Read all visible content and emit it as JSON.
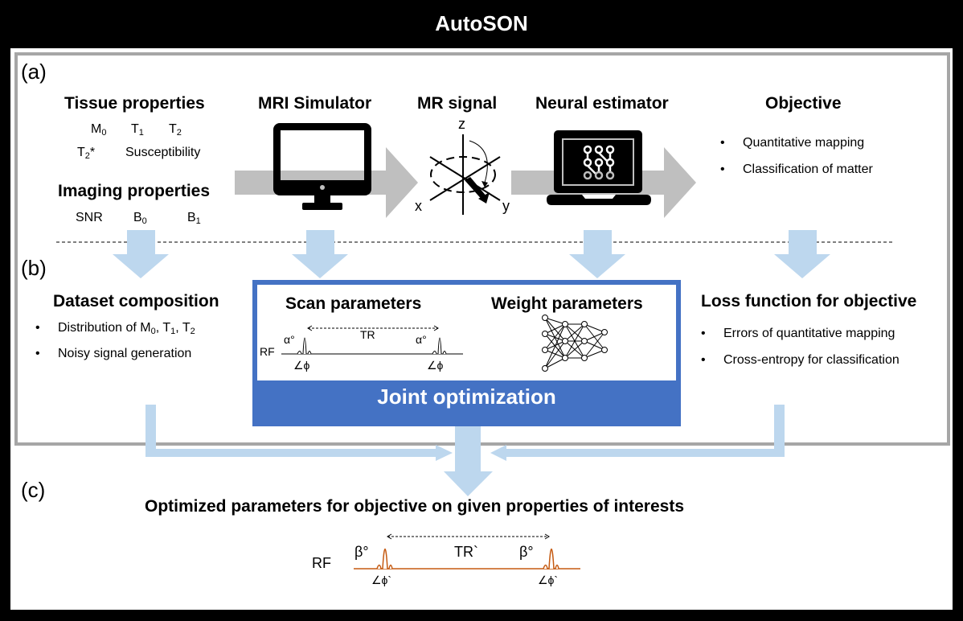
{
  "title": "AutoSON",
  "panel_a": {
    "label": "(a)",
    "tissue": {
      "heading": "Tissue properties",
      "items": [
        {
          "base": "M",
          "sub": "0"
        },
        {
          "base": "T",
          "sub": "1"
        },
        {
          "base": "T",
          "sub": "2"
        },
        {
          "base": "T",
          "sub": "2",
          "suffix": "*"
        },
        {
          "base": "Susceptibility",
          "sub": ""
        }
      ]
    },
    "imaging": {
      "heading": "Imaging properties",
      "items": [
        {
          "base": "SNR",
          "sub": ""
        },
        {
          "base": "B",
          "sub": "0"
        },
        {
          "base": "B",
          "sub": "1"
        }
      ]
    },
    "simulator": {
      "heading": "MRI Simulator",
      "icon": "monitor-icon"
    },
    "signal": {
      "heading": "MR signal",
      "axes": {
        "z": "z",
        "x": "x",
        "y": "y"
      }
    },
    "estimator": {
      "heading": "Neural estimator",
      "icon": "laptop-neural-icon"
    },
    "objective": {
      "heading": "Objective",
      "bullets": [
        "Quantitative mapping",
        "Classification of matter"
      ]
    }
  },
  "panel_b": {
    "label": "(b)",
    "dataset": {
      "heading": "Dataset composition",
      "bullet1_prefix": "Distribution of ",
      "bullet1_items": [
        {
          "base": "M",
          "sub": "0"
        },
        {
          "base": "T",
          "sub": "1"
        },
        {
          "base": "T",
          "sub": "2"
        }
      ],
      "bullet2": "Noisy signal generation"
    },
    "scan": {
      "heading": "Scan parameters",
      "rf": "RF",
      "flip": "α°",
      "tr": "TR",
      "phase": "∠ϕ"
    },
    "weight": {
      "heading": "Weight parameters",
      "icon": "neural-network-icon"
    },
    "joint": "Joint optimization",
    "loss": {
      "heading": "Loss function for objective",
      "bullets": [
        "Errors of quantitative mapping",
        "Cross-entropy for classification"
      ]
    }
  },
  "panel_c": {
    "label": "(c)",
    "heading": "Optimized parameters for objective on given properties of interests",
    "rf": "RF",
    "flip": "β°",
    "tr": "TR`",
    "phase": "∠ϕ`"
  },
  "colors": {
    "blue_box": "#4472c4",
    "light_blue_arrow": "#bdd7ee",
    "gray_arrow": "#bfbfbf",
    "gray_border": "#a6a6a6",
    "rf_orange": "#c55a11"
  },
  "bullet": "•"
}
